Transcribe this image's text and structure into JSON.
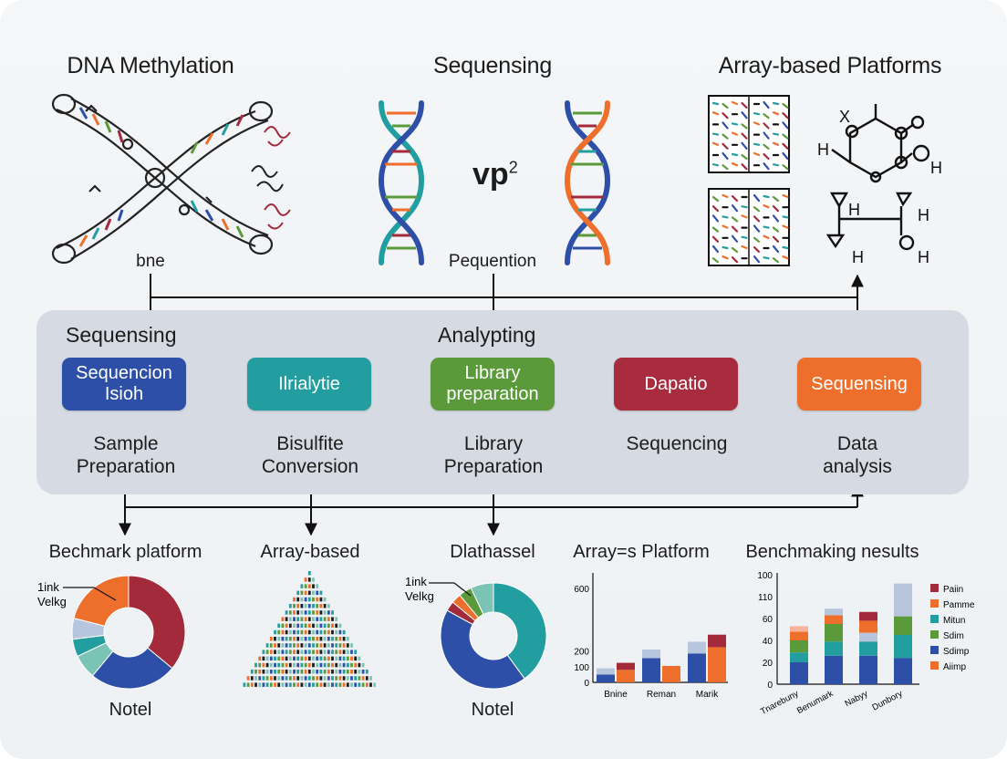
{
  "top": {
    "dna": {
      "title": "DNA Methylation",
      "label": "bne"
    },
    "seq": {
      "title": "Sequensing",
      "label": "Pequention",
      "formula": "vp",
      "formula_sup": "2"
    },
    "array": {
      "title": "Array-based Platforms",
      "atom_h": "H",
      "atom_x": "X"
    }
  },
  "workflow": {
    "left_label": "Sequensing",
    "mid_label": "Analypting",
    "steps": [
      {
        "box": "Sequencion Isioh",
        "caption": "Sample\nPreparation",
        "color": "#2e4fa8"
      },
      {
        "box": "Ilrialytie",
        "caption": "Bisulfite\nConversion",
        "color": "#229da0"
      },
      {
        "box": "Library preparation",
        "caption": "Library\nPreparation",
        "color": "#5b9a3a"
      },
      {
        "box": "Dapatio",
        "caption": "Sequencing",
        "color": "#a82c3e"
      },
      {
        "box": "Sequensing",
        "caption": "Data\nanalysis",
        "color": "#ee6e2c"
      }
    ]
  },
  "bottom": {
    "p1": {
      "title": "Bechmark platform",
      "label": "Notel",
      "callout1": "1ink",
      "callout2": "Velkg"
    },
    "p2": {
      "title": "Array-based"
    },
    "p3": {
      "title": "Dlathassel",
      "label": "Notel",
      "callout1": "1ink",
      "callout2": "Velkg"
    },
    "p4": {
      "title": "Array=s Platform"
    },
    "p5": {
      "title": "Benchmaking nesults"
    }
  },
  "chart_data": [
    {
      "type": "pie",
      "title": "Bechmark platform",
      "slices": [
        {
          "value": 36,
          "color": "#a32a3b"
        },
        {
          "value": 25,
          "color": "#2e4fa8"
        },
        {
          "value": 7,
          "color": "#7bc3b5"
        },
        {
          "value": 5,
          "color": "#229da0"
        },
        {
          "value": 6,
          "color": "#b7c6dd"
        },
        {
          "value": 21,
          "color": "#ee6e2c"
        }
      ]
    },
    {
      "type": "pie",
      "title": "Dlathassel",
      "slices": [
        {
          "value": 40,
          "color": "#229da0"
        },
        {
          "value": 43,
          "color": "#2e4fa8"
        },
        {
          "value": 3,
          "color": "#a32a3b"
        },
        {
          "value": 3,
          "color": "#ee6e2c"
        },
        {
          "value": 4,
          "color": "#5b9a3a"
        },
        {
          "value": 7,
          "color": "#7bc3b5"
        }
      ]
    },
    {
      "type": "bar",
      "title": "Array=s Platform",
      "ylim": [
        0,
        700
      ],
      "yticks": [
        0,
        100,
        200,
        600
      ],
      "categories": [
        "Bnine",
        "Reman",
        "Marik"
      ],
      "groups": [
        [
          {
            "stack": [
              {
                "value": 50,
                "color": "#2e4fa8"
              },
              {
                "value": 40,
                "color": "#b7c6dd"
              }
            ]
          },
          {
            "stack": [
              {
                "value": 80,
                "color": "#ee6e2c"
              },
              {
                "value": 45,
                "color": "#a32a3b"
              }
            ]
          }
        ],
        [
          {
            "stack": [
              {
                "value": 155,
                "color": "#2e4fa8"
              },
              {
                "value": 55,
                "color": "#b7c6dd"
              }
            ]
          },
          {
            "stack": [
              {
                "value": 105,
                "color": "#ee6e2c"
              }
            ]
          }
        ],
        [
          {
            "stack": [
              {
                "value": 185,
                "color": "#2e4fa8"
              },
              {
                "value": 75,
                "color": "#b7c6dd"
              }
            ]
          },
          {
            "stack": [
              {
                "value": 225,
                "color": "#ee6e2c"
              },
              {
                "value": 80,
                "color": "#a32a3b"
              }
            ]
          }
        ]
      ]
    },
    {
      "type": "bar",
      "title": "Benchmaking nesults",
      "ylim": [
        0,
        100
      ],
      "yticks": [
        0,
        20,
        40,
        60,
        80,
        100
      ],
      "ytick_labels": [
        "0",
        "20",
        "40",
        "60",
        "110",
        "100"
      ],
      "categories": [
        "Tnarebuny",
        "Benumark",
        "Nabyy",
        "Dunbory"
      ],
      "legend": [
        {
          "name": "Paiin",
          "color": "#a32a3b"
        },
        {
          "name": "Pamme",
          "color": "#ee6e2c"
        },
        {
          "name": "Mitun",
          "color": "#229da0"
        },
        {
          "name": "Sdim",
          "color": "#5b9a3a"
        },
        {
          "name": "Sdimp",
          "color": "#2e4fa8"
        },
        {
          "name": "Aiimp",
          "color": "#ee6e2c"
        }
      ],
      "stacks": [
        [
          {
            "value": 20,
            "color": "#2e4fa8"
          },
          {
            "value": 9,
            "color": "#229da0"
          },
          {
            "value": 11,
            "color": "#5b9a3a"
          },
          {
            "value": 8,
            "color": "#ee6e2c"
          },
          {
            "value": 5,
            "color": "#f6b49a"
          }
        ],
        [
          {
            "value": 26,
            "color": "#2e4fa8"
          },
          {
            "value": 13,
            "color": "#229da0"
          },
          {
            "value": 16,
            "color": "#5b9a3a"
          },
          {
            "value": 8,
            "color": "#ee6e2c"
          },
          {
            "value": 6,
            "color": "#b7c6dd"
          }
        ],
        [
          {
            "value": 26,
            "color": "#2e4fa8"
          },
          {
            "value": 13,
            "color": "#229da0"
          },
          {
            "value": 8,
            "color": "#b7c6dd"
          },
          {
            "value": 11,
            "color": "#ee6e2c"
          },
          {
            "value": 8,
            "color": "#a32a3b"
          }
        ],
        [
          {
            "value": 24,
            "color": "#2e4fa8"
          },
          {
            "value": 21,
            "color": "#229da0"
          },
          {
            "value": 17,
            "color": "#5b9a3a"
          },
          {
            "value": 30,
            "color": "#b7c6dd"
          }
        ]
      ]
    }
  ]
}
